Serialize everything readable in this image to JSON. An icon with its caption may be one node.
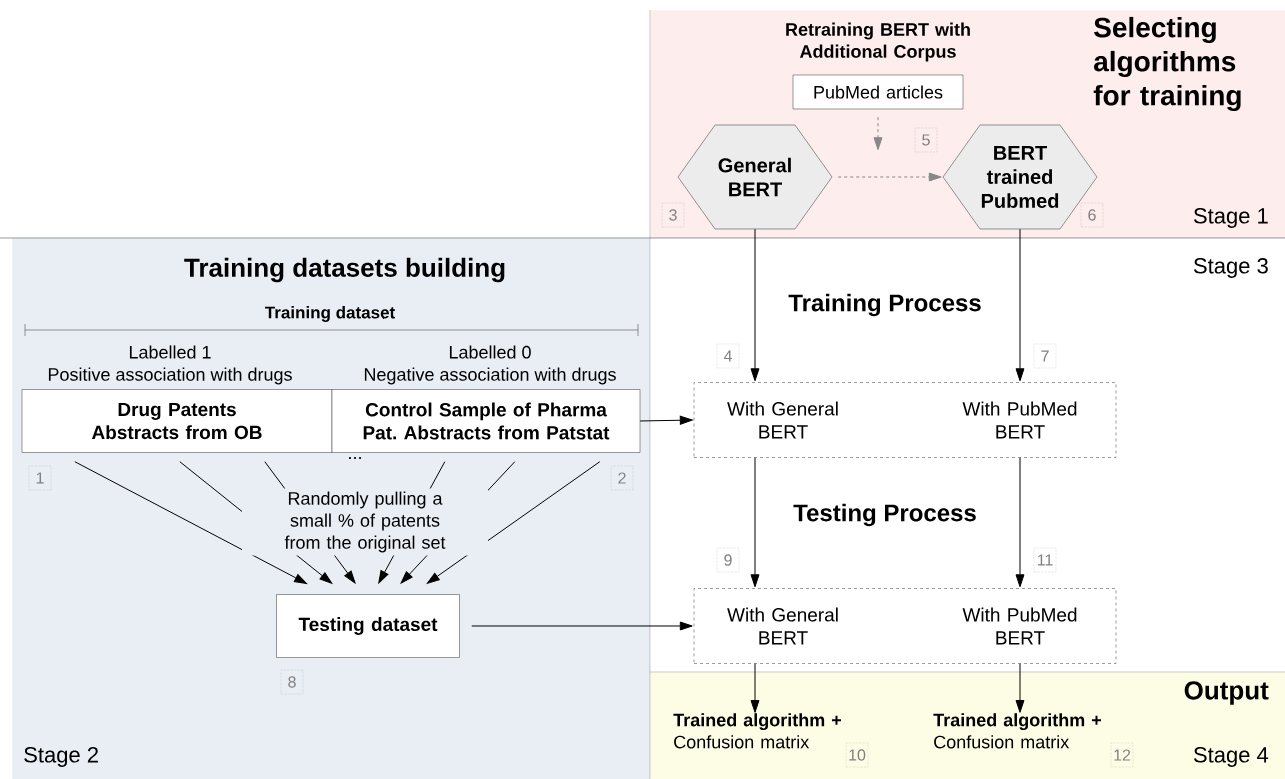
{
  "diagram": {
    "nodes": [
      {
        "text": [
          "Selecting algorithms for training",
          "Stage 1"
        ]
      },
      {
        "text": [
          "Training datasets building",
          "Stage 2"
        ]
      },
      {
        "text": [
          "Stage 3"
        ]
      },
      {
        "text": [
          "Output",
          "Stage 4"
        ]
      },
      {
        "text": [
          "PubMed articles"
        ],
        "in": 0,
        "beside": [
          "Retraining BERT with Additional Corpus"
        ]
      },
      {
        "text": [
          "General BERT"
        ],
        "in": 0,
        "beside": [
          "3"
        ]
      },
      {
        "text": [
          "BERT trained Pubmed"
        ],
        "in": 0,
        "beside": [
          "6"
        ]
      },
      {
        "text": [
          "Drug Patents Abstracts from OB"
        ],
        "in": 1,
        "beside": [
          "1"
        ]
      },
      {
        "text": [
          "Control Sample of Pharma Pat. Abstracts from Patstat"
        ],
        "in": 1,
        "beside": [
          "2"
        ]
      },
      {
        "text": [
          "Testing dataset"
        ],
        "in": 1,
        "beside": [
          "8"
        ]
      },
      {
        "text": [
          "With General BERT",
          "With PubMed BERT"
        ],
        "in": 2
      },
      {
        "text": [
          "With General BERT",
          "With PubMed BERT"
        ],
        "in": 2
      },
      {
        "text": [
          "**Trained algorithm +** Confusion matrix"
        ],
        "in": 3,
        "beside": [
          "10"
        ]
      },
      {
        "text": [
          "**Trained algorithm +** Confusion matrix"
        ],
        "in": 3,
        "beside": [
          "12"
        ]
      }
    ],
    "edges": [
      {
        "from": 5,
        "to": 6,
        "arrow": "to",
        "style": "dashed",
        "color": "#888888"
      },
      {
        "from": 4,
        "to": null,
        "arrow": "to",
        "style": "dashed",
        "color": "#888888"
      },
      {
        "from": 5,
        "to": 10,
        "arrow": "to"
      },
      {
        "from": 6,
        "to": 10,
        "arrow": "to"
      },
      {
        "from": 8,
        "to": 10,
        "arrow": "to"
      },
      {
        "from": 10,
        "to": 11,
        "arrow": "to"
      },
      {
        "from": 10,
        "to": 11,
        "arrow": "to"
      },
      {
        "from": 9,
        "to": 11,
        "arrow": "to"
      },
      {
        "from": 7,
        "to": 9,
        "arrow": "to"
      },
      {
        "from": 7,
        "to": 9,
        "arrow": "to"
      },
      {
        "from": 7,
        "to": 9,
        "arrow": "to"
      },
      {
        "from": 8,
        "to": 9,
        "arrow": "to"
      },
      {
        "from": 8,
        "to": 9,
        "arrow": "to"
      },
      {
        "from": 8,
        "to": 9,
        "arrow": "to"
      },
      {
        "from": 11,
        "to": 12,
        "arrow": "to"
      },
      {
        "from": 11,
        "to": 13,
        "arrow": "to"
      }
    ],
    "labels": [
      "5",
      "Training dataset",
      "Labelled 1",
      "Positive association with drugs",
      "Labelled 0",
      "Negative association with drugs",
      "...",
      "Randomly pulling a small % of patents from the original set",
      "Training Process",
      "4",
      "7",
      "Testing Process",
      "9",
      "11"
    ]
  }
}
